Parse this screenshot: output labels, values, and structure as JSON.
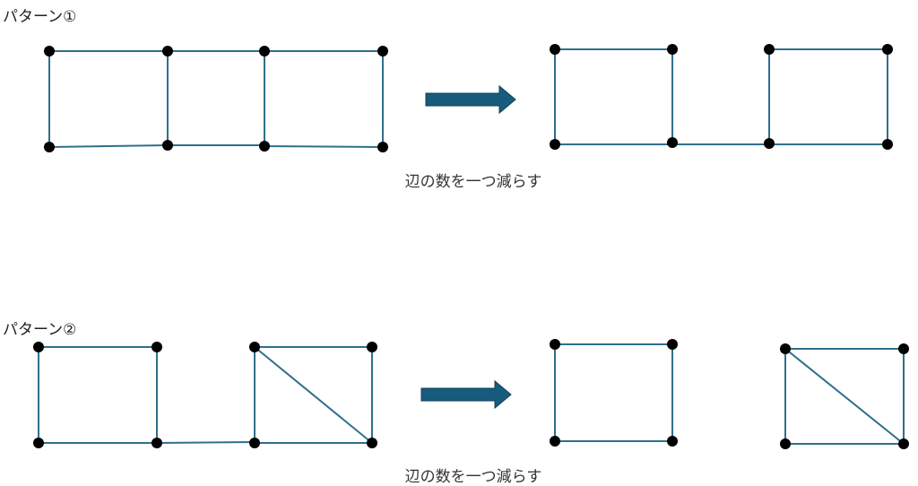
{
  "pattern1": {
    "label": "パターン①",
    "caption": "辺の数を一つ減らす"
  },
  "pattern2": {
    "label": "パターン②",
    "caption": "辺の数を一つ減らす"
  },
  "colors": {
    "edge": "#2f6f8c",
    "node": "#000000",
    "arrow": "#175c7d"
  }
}
